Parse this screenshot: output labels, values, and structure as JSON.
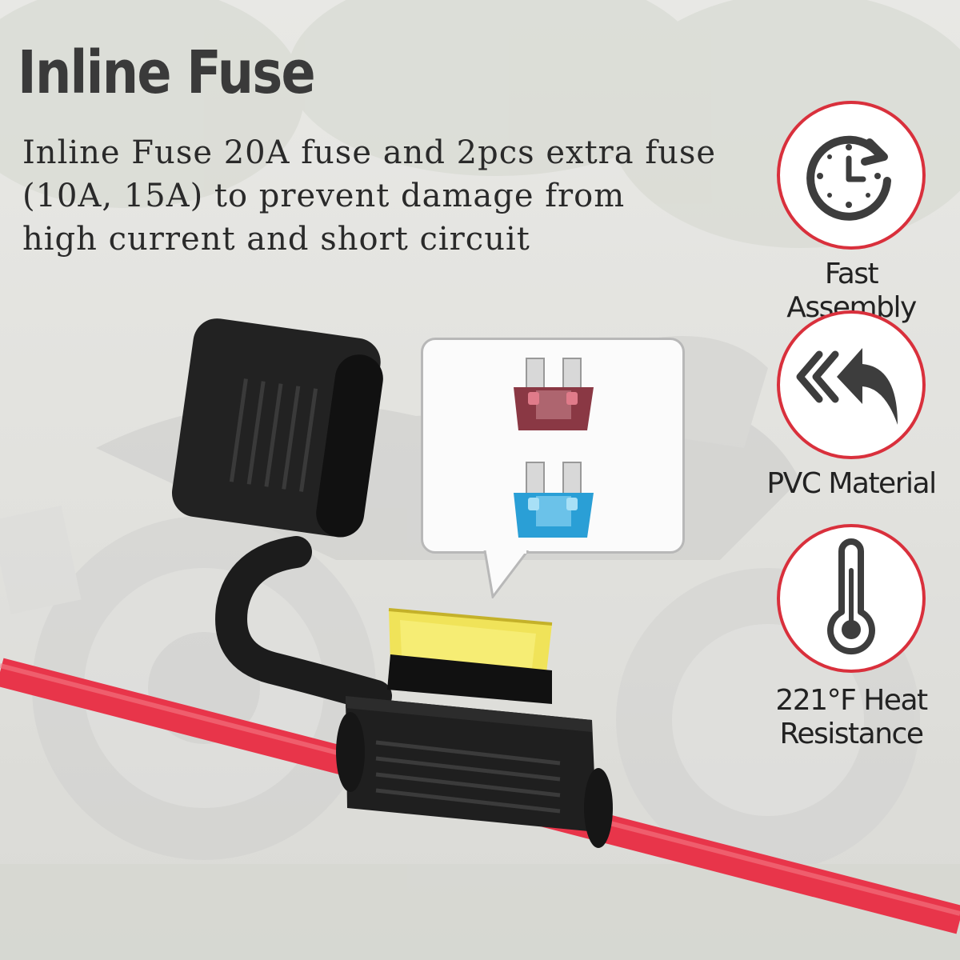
{
  "title": "Inline Fuse",
  "description": {
    "line1": "Inline Fuse 20A fuse and 2pcs extra fuse",
    "line2": "(10A, 15A) to prevent damage from",
    "line3": "high current and short circuit"
  },
  "features": [
    {
      "icon": "clock-icon",
      "label": "Fast Assembly"
    },
    {
      "icon": "return-arrow-icon",
      "label": "PVC Material"
    },
    {
      "icon": "thermometer-icon",
      "label_line1": "221°F Heat",
      "label_line2": "Resistance"
    }
  ],
  "colors": {
    "accent": "#d9303c",
    "wire": "#e8354a",
    "holder": "#1e1e1e",
    "fuse_20a": "#f2e34a",
    "fuse_10a": "#8a3844",
    "fuse_15a": "#2a9fd6"
  }
}
